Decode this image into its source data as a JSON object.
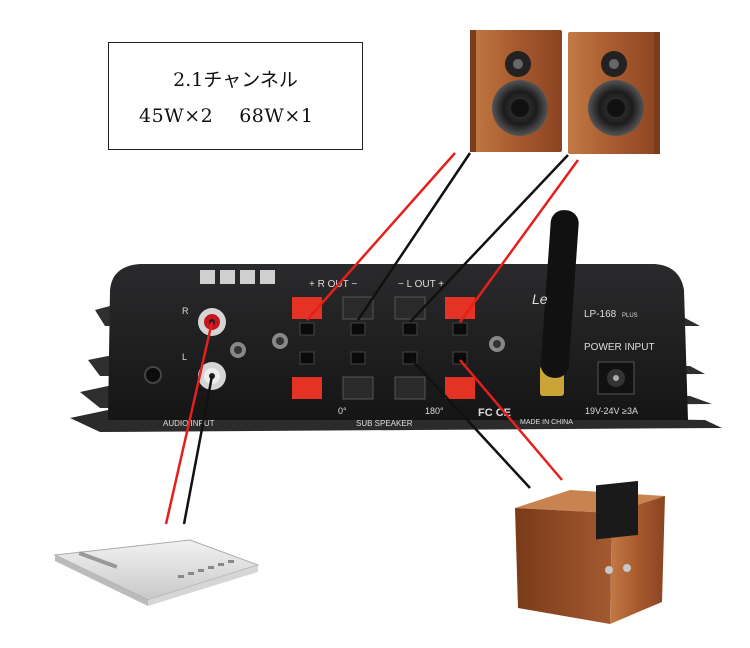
{
  "spec": {
    "channels": "2.1チャンネル",
    "power_main": "45W×2",
    "power_sub": "68W×1"
  },
  "amp": {
    "brand_partial": "Le",
    "model": "LP-168",
    "model_suffix": "PLUS",
    "power_input_label": "POWER INPUT",
    "power_rating": "19V-24V ≥3A",
    "r_out_label": "+ R OUT −",
    "l_out_label": "− L OUT +",
    "sub_speaker_label": "SUB SPEAKER",
    "phase_0": "0°",
    "phase_180": "180°",
    "audio_input_label": "AUDIO INPUT",
    "input_r": "R",
    "input_l": "L",
    "cert_marks": "FC CE",
    "made_in": "MADE IN CHINA"
  },
  "colors": {
    "red_wire": "#e3201b",
    "black_wire": "#111111",
    "amp_body": "#1d1d1f",
    "wood": "#a3562c"
  }
}
